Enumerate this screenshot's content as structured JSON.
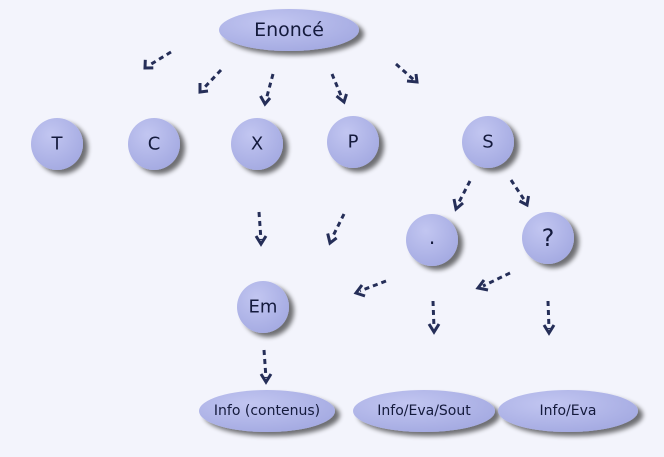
{
  "nodes": {
    "enonce": "Enoncé",
    "t": "T",
    "c": "C",
    "x": "X",
    "p": "P",
    "s": "S",
    "dot": ".",
    "question": "?",
    "em": "Em",
    "info_contenus": "Info (contenus)",
    "info_eva_sout": "Info/Eva/Sout",
    "info_eva": "Info/Eva"
  },
  "colors": {
    "background": "#f3f4fc",
    "node_fill": "#a3a9e1",
    "node_highlight": "#c2c6f1",
    "node_shadow": "#3c4074",
    "text": "#141a3c",
    "arrow": "#252e58"
  }
}
